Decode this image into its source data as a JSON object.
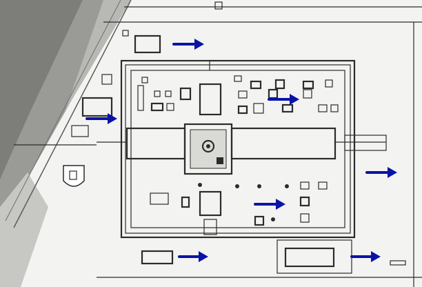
{
  "image": {
    "description_kind": "architectural-site-plan",
    "colors": {
      "paper": "#f3f3f1",
      "ink": "#2b2b2b",
      "shadow": "#8e8e8a",
      "arrow": "#0a13a8"
    }
  },
  "arrows": [
    {
      "name": "arrow-top-left-shrine",
      "dir": "right"
    },
    {
      "name": "arrow-left-shrine",
      "dir": "right"
    },
    {
      "name": "arrow-inner-upper-court",
      "dir": "right"
    },
    {
      "name": "arrow-right-side",
      "dir": "right"
    },
    {
      "name": "arrow-inner-lower-court",
      "dir": "right"
    },
    {
      "name": "arrow-bottom-shrine",
      "dir": "right"
    },
    {
      "name": "arrow-bottom-right-shrine",
      "dir": "right"
    }
  ]
}
